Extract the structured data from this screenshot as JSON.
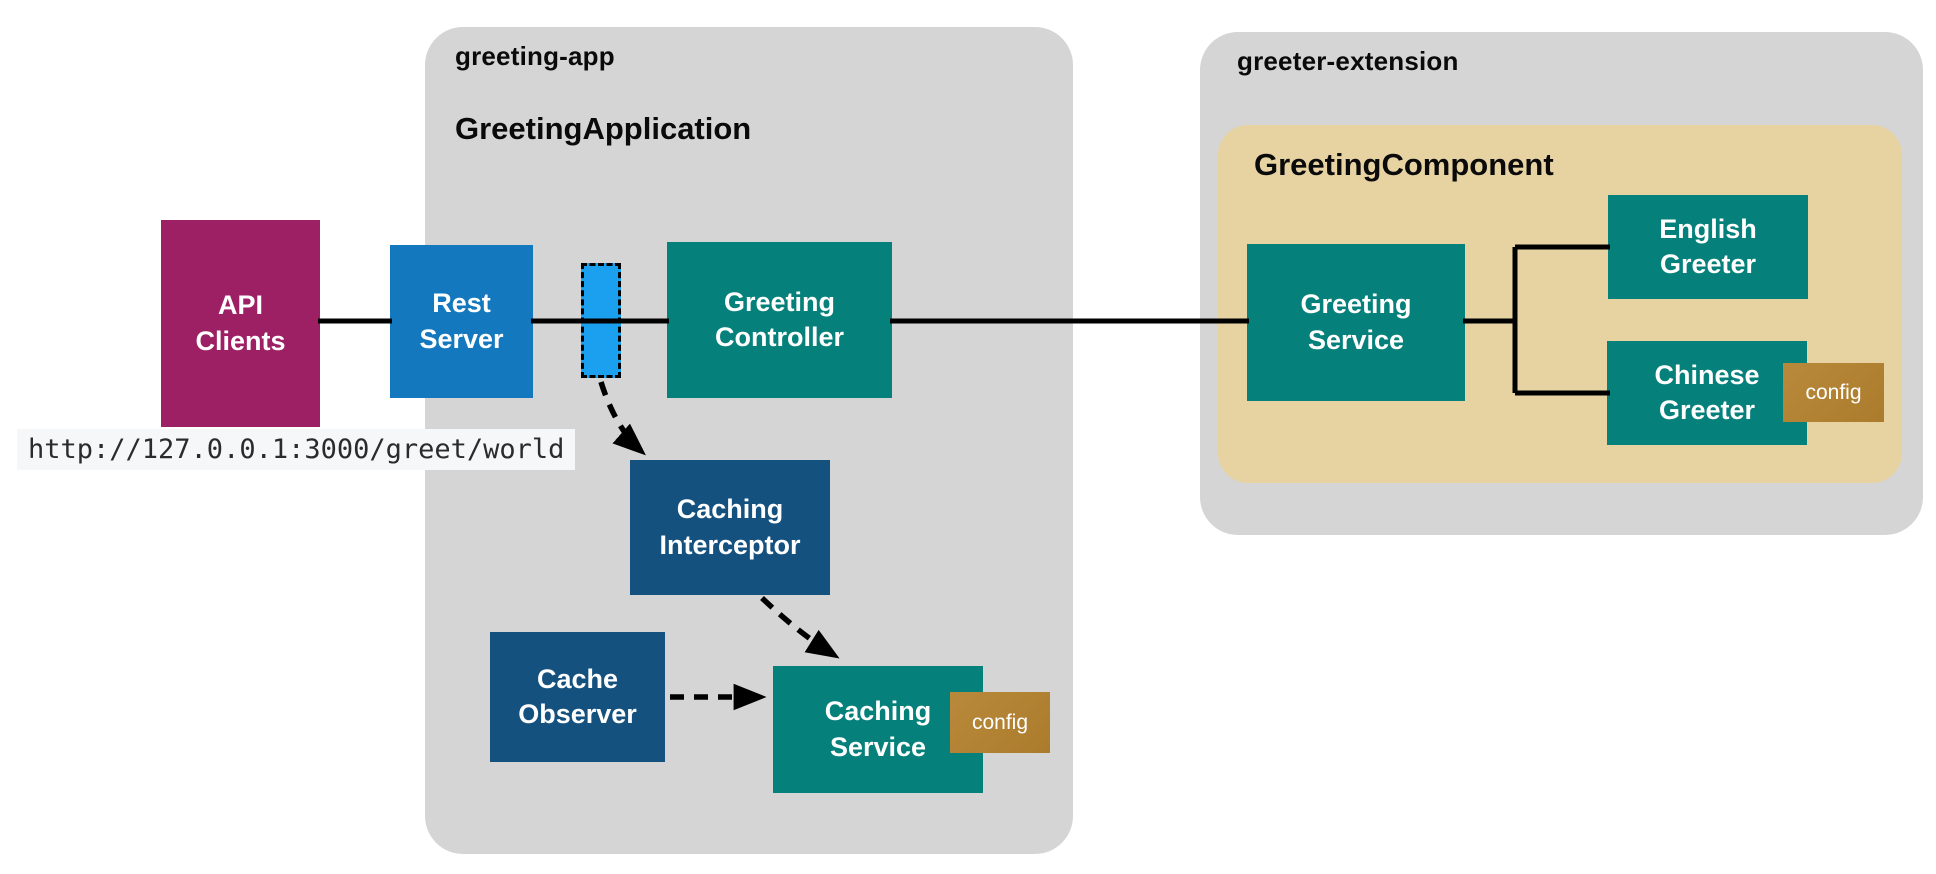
{
  "packages": {
    "greeting_app": {
      "name": "greeting-app",
      "application_label": "GreetingApplication"
    },
    "greeter_extension": {
      "name": "greeter-extension",
      "component_label": "GreetingComponent"
    }
  },
  "nodes": {
    "api_clients": {
      "label": "API\nClients"
    },
    "rest_server": {
      "label": "Rest\nServer"
    },
    "greeting_controller": {
      "label": "Greeting\nController"
    },
    "caching_interceptor": {
      "label": "Caching\nInterceptor"
    },
    "cache_observer": {
      "label": "Cache\nObserver"
    },
    "caching_service": {
      "label": "Caching\nService",
      "config_label": "config"
    },
    "greeting_service": {
      "label": "Greeting\nService"
    },
    "english_greeter": {
      "label": "English\nGreeter"
    },
    "chinese_greeter": {
      "label": "Chinese\nGreeter",
      "config_label": "config"
    }
  },
  "annotations": {
    "request_url": "http://127.0.0.1:3000/greet/world"
  },
  "colors": {
    "package_background": "#d5d5d5",
    "component_background": "#e7d2a2",
    "api_clients": "#9e2064",
    "rest_server": "#1378bd",
    "interception_point": "#1aa0ef",
    "teal_service": "#06807a",
    "navy_cache": "#15517f",
    "config_badge": "#b5822f",
    "connector": "#000000",
    "url_background": "#f6f7f8"
  }
}
